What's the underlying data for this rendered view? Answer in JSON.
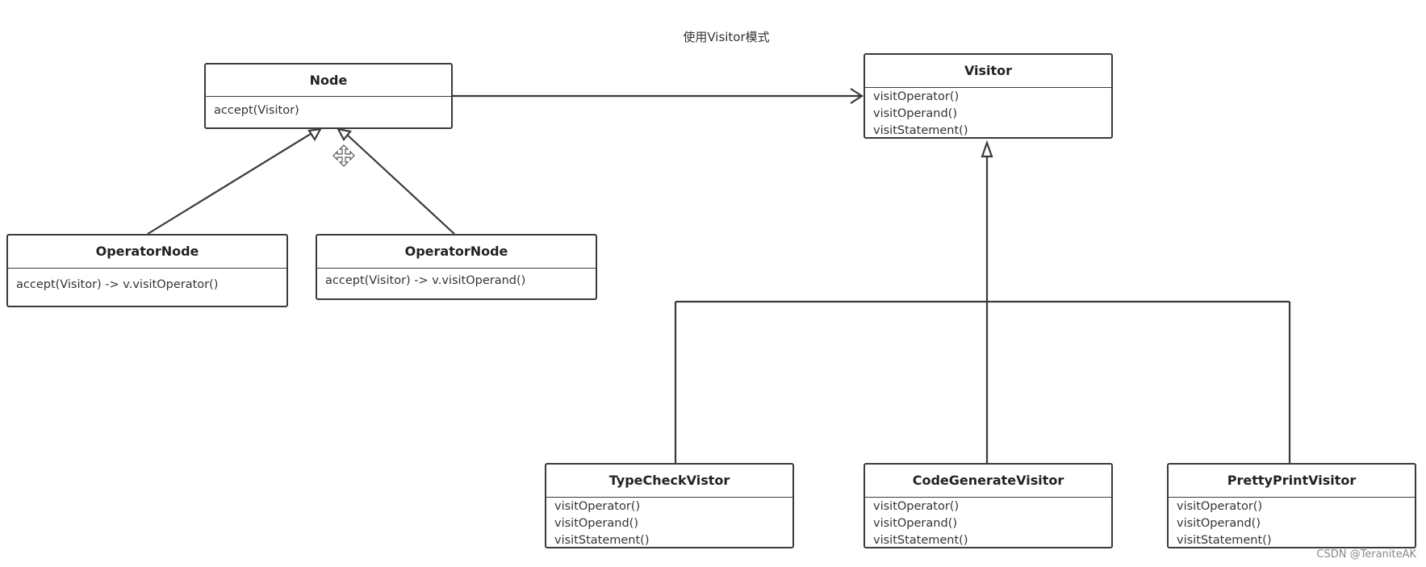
{
  "caption": "使用Visitor模式",
  "classes": {
    "node": {
      "name": "Node",
      "members": [
        "accept(Visitor)"
      ]
    },
    "operator_node_1": {
      "name": "OperatorNode",
      "members": [
        "accept(Visitor) -> v.visitOperator()"
      ]
    },
    "operator_node_2": {
      "name": "OperatorNode",
      "members": [
        "accept(Visitor) -> v.visitOperand()"
      ]
    },
    "visitor": {
      "name": "Visitor",
      "members": [
        "visitOperator()",
        "visitOperand()",
        "visitStatement()"
      ]
    },
    "type_check_visitor": {
      "name": "TypeCheckVistor",
      "members": [
        "visitOperator()",
        "visitOperand()",
        "visitStatement()"
      ]
    },
    "code_generate_visitor": {
      "name": "CodeGenerateVisitor",
      "members": [
        "visitOperator()",
        "visitOperand()",
        "visitStatement()"
      ]
    },
    "pretty_print_visitor": {
      "name": "PrettyPrintVisitor",
      "members": [
        "visitOperator()",
        "visitOperand()",
        "visitStatement()"
      ]
    }
  },
  "relations": [
    {
      "from": "node",
      "to": "visitor",
      "kind": "association"
    },
    {
      "from": "operator_node_1",
      "to": "node",
      "kind": "generalization"
    },
    {
      "from": "operator_node_2",
      "to": "node",
      "kind": "generalization"
    },
    {
      "from": "type_check_visitor",
      "to": "visitor",
      "kind": "generalization"
    },
    {
      "from": "code_generate_visitor",
      "to": "visitor",
      "kind": "generalization"
    },
    {
      "from": "pretty_print_visitor",
      "to": "visitor",
      "kind": "generalization"
    }
  ],
  "icons": {
    "cursor": "move-cursor-icon"
  },
  "watermark": "CSDN @TeraniteAK",
  "colors": {
    "stroke": "#3a3a3a",
    "text": "#333333",
    "background": "#ffffff"
  }
}
